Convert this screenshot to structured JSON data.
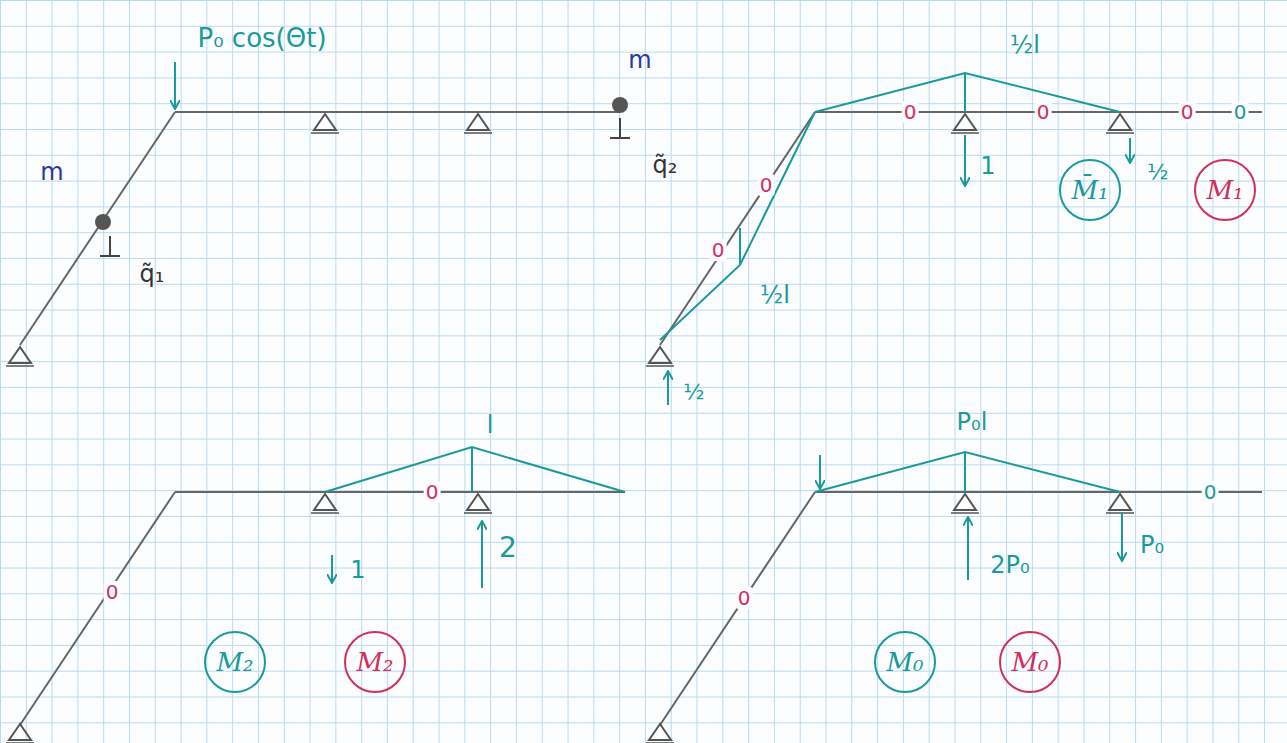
{
  "diagram": {
    "nodes": [
      {
        "text": [
          "M̄₁"
        ]
      },
      {
        "text": [
          "M₁"
        ]
      },
      {
        "text": [
          "M₂"
        ]
      },
      {
        "text": [
          "M₂"
        ]
      },
      {
        "text": [
          "M₀"
        ]
      },
      {
        "text": [
          "M₀"
        ]
      }
    ],
    "labels": [
      "P₀ cos(Θt)",
      "m",
      "q̃₁",
      "m",
      "q̃₂",
      "½l",
      "1",
      "½",
      "½l",
      "½",
      "0",
      "0",
      "0",
      "0",
      "0",
      "0",
      "l",
      "0",
      "1",
      "2",
      "0",
      "P₀l",
      "2P₀",
      "P₀",
      "0",
      "0"
    ]
  }
}
